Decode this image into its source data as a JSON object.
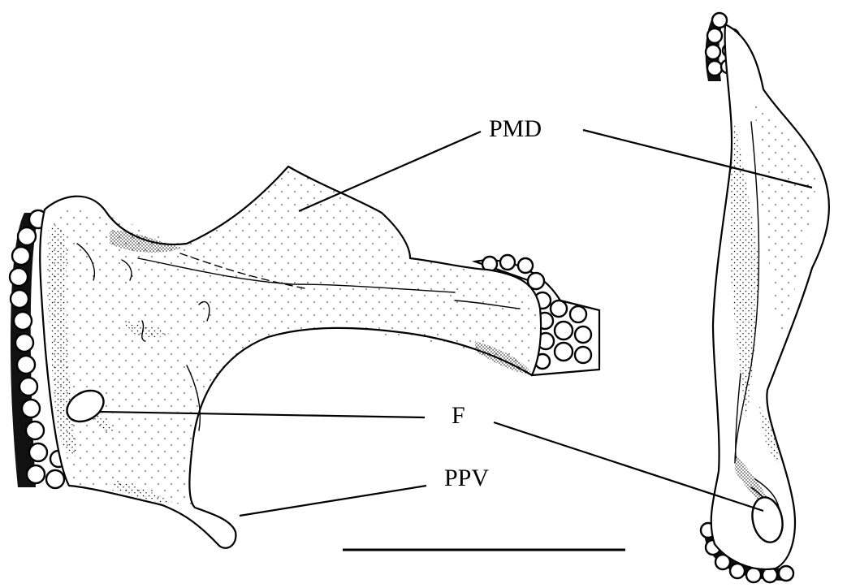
{
  "labels": {
    "pmd": "PMD",
    "f": "F",
    "ppv": "PPV"
  },
  "colors": {
    "ink": "#000000",
    "paper": "#ffffff"
  }
}
